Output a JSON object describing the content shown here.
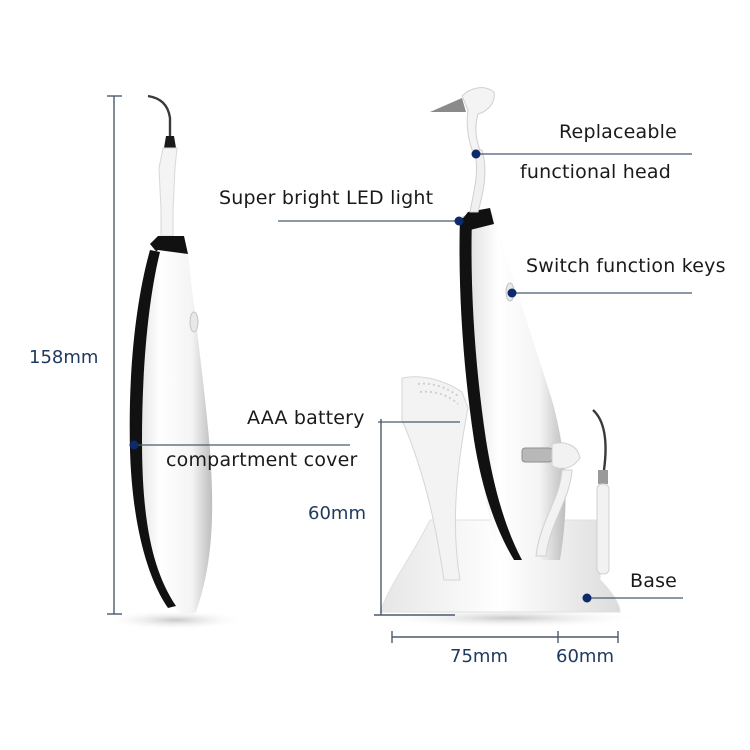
{
  "title": "Electric dental scaler product dimensions and features diagram",
  "colors": {
    "background": "#ffffff",
    "leader_line": "#4a5a6e",
    "callout_dot": "#0d2a6b",
    "dimension_text": "#1f3a60",
    "label_text": "#1a1a1a",
    "device_body": "#f2f2f2",
    "device_accent": "#111111"
  },
  "dimensions": {
    "total_length": "158mm",
    "base_height": "60mm",
    "base_depth_front": "75mm",
    "base_depth_rear": "60mm"
  },
  "callouts": [
    {
      "id": "replaceable-head",
      "line1": "Replaceable",
      "line2": "functional head"
    },
    {
      "id": "led-light",
      "line1": "Super bright LED light"
    },
    {
      "id": "switch-keys",
      "line1": "Switch function keys"
    },
    {
      "id": "battery-cover",
      "line1": "AAA battery",
      "line2": "compartment cover"
    },
    {
      "id": "base",
      "line1": "Base"
    }
  ],
  "views": [
    {
      "id": "side-view",
      "description": "Handpiece alone, side profile with scaler tip"
    },
    {
      "id": "docked-view",
      "description": "Handpiece docked in stand with accessory heads (brush, polisher, scaler tip)"
    }
  ]
}
